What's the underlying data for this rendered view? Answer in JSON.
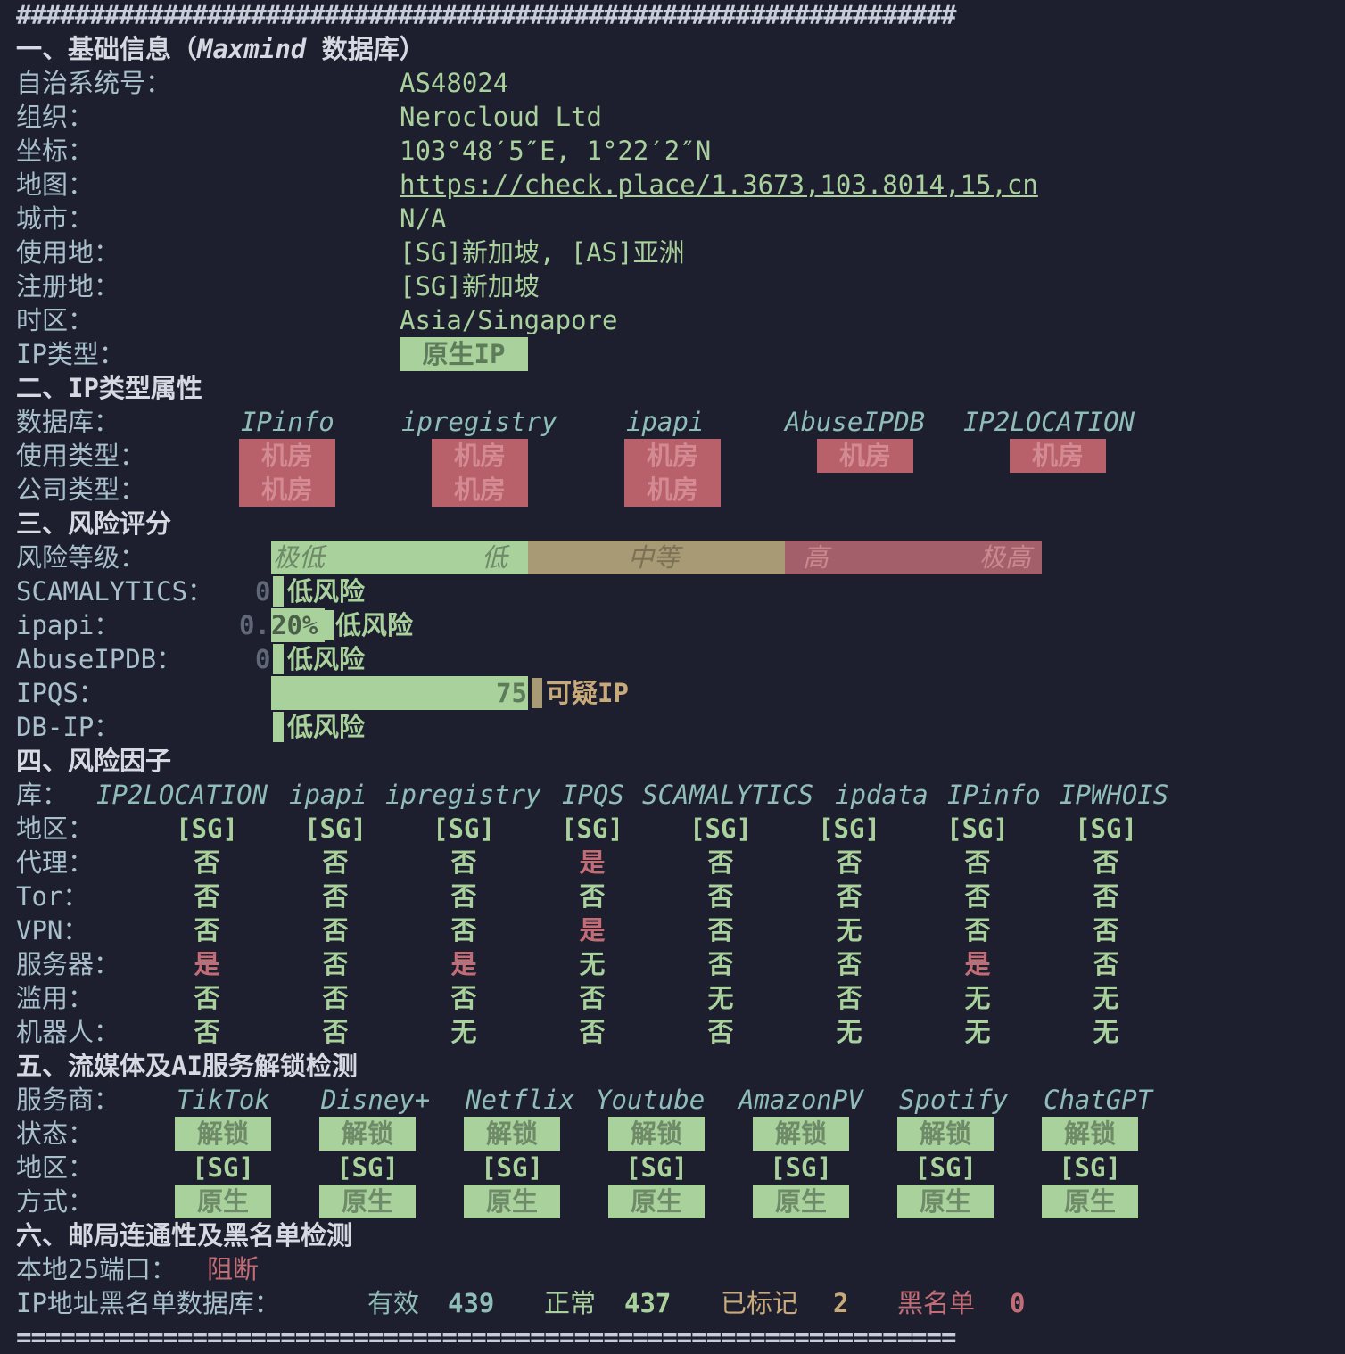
{
  "rule_top": "################################################################",
  "rule_bottom": "================================================================",
  "s1": {
    "title": "一、基础信息（",
    "title_db": "Maxmind",
    "title_end": " 数据库）",
    "rows": [
      {
        "label": "自治系统号：",
        "value": "AS48024"
      },
      {
        "label": "组织：",
        "value": "Nerocloud Ltd"
      },
      {
        "label": "坐标：",
        "value": "103°48′5″E, 1°22′2″N"
      },
      {
        "label": "地图：",
        "value": "https://check.place/1.3673,103.8014,15,cn"
      },
      {
        "label": "城市：",
        "value": "N/A"
      },
      {
        "label": "使用地：",
        "value": "[SG]新加坡, [AS]亚洲"
      },
      {
        "label": "注册地：",
        "value": "[SG]新加坡"
      },
      {
        "label": "时区：",
        "value": "Asia/Singapore"
      }
    ],
    "iptype_label": "IP类型：",
    "iptype_value": "原生IP"
  },
  "s2": {
    "title": "二、IP类型属性",
    "db_label": "数据库：",
    "dbs": [
      "IPinfo",
      "ipregistry",
      "ipapi",
      "AbuseIPDB",
      "IP2LOCATION"
    ],
    "usage_label": "使用类型：",
    "usage": [
      "机房",
      "机房",
      "机房",
      "机房",
      "机房"
    ],
    "company_label": "公司类型：",
    "company": [
      "机房",
      "机房",
      "机房"
    ]
  },
  "s3": {
    "title": "三、风险评分",
    "level_label": "风险等级：",
    "levels": [
      "极低",
      "低",
      "中等",
      "高",
      "极高"
    ],
    "scores": [
      {
        "label": "SCAMALYTICS：",
        "num": "0",
        "text": "低风险"
      },
      {
        "label": "ipapi：",
        "num_a": "0.",
        "num_b": "20%",
        "text": "低风险"
      },
      {
        "label": "AbuseIPDB：",
        "num": "0",
        "text": "低风险"
      },
      {
        "label": "IPQS：",
        "num": "75",
        "text": "可疑IP",
        "value": 75
      },
      {
        "label": "DB-IP：",
        "text": "低风险"
      }
    ]
  },
  "s4": {
    "title": "四、风险因子",
    "lib_label": "库：",
    "libs": [
      "IP2LOCATION",
      "ipapi",
      "ipregistry",
      "IPQS",
      "SCAMALYTICS",
      "ipdata",
      "IPinfo",
      "IPWHOIS"
    ],
    "rows": [
      {
        "label": "地区：",
        "cells": [
          "[SG]",
          "[SG]",
          "[SG]",
          "[SG]",
          "[SG]",
          "[SG]",
          "[SG]",
          "[SG]"
        ]
      },
      {
        "label": "代理：",
        "cells": [
          "否",
          "否",
          "否",
          "是",
          "否",
          "否",
          "否",
          "否"
        ]
      },
      {
        "label": "Tor：",
        "cells": [
          "否",
          "否",
          "否",
          "否",
          "否",
          "否",
          "否",
          "否"
        ]
      },
      {
        "label": "VPN：",
        "cells": [
          "否",
          "否",
          "否",
          "是",
          "否",
          "无",
          "否",
          "否"
        ]
      },
      {
        "label": "服务器：",
        "cells": [
          "是",
          "否",
          "是",
          "无",
          "否",
          "否",
          "是",
          "否"
        ]
      },
      {
        "label": "滥用：",
        "cells": [
          "否",
          "否",
          "否",
          "否",
          "无",
          "否",
          "无",
          "无"
        ]
      },
      {
        "label": "机器人：",
        "cells": [
          "否",
          "否",
          "无",
          "否",
          "否",
          "无",
          "无",
          "无"
        ]
      }
    ]
  },
  "s5": {
    "title": "五、流媒体及AI服务解锁检测",
    "svc_label": "服务商：",
    "services": [
      "TikTok",
      "Disney+",
      "Netflix",
      "Youtube",
      "AmazonPV",
      "Spotify",
      "ChatGPT"
    ],
    "status_label": "状态：",
    "status": [
      "解锁",
      "解锁",
      "解锁",
      "解锁",
      "解锁",
      "解锁",
      "解锁"
    ],
    "region_label": "地区：",
    "region": [
      "[SG]",
      "[SG]",
      "[SG]",
      "[SG]",
      "[SG]",
      "[SG]",
      "[SG]"
    ],
    "mode_label": "方式：",
    "mode": [
      "原生",
      "原生",
      "原生",
      "原生",
      "原生",
      "原生",
      "原生"
    ]
  },
  "s6": {
    "title": "六、邮局连通性及黑名单检测",
    "port_label": "本地25端口：",
    "port_value": "阻断",
    "bl_label": "IP地址黑名单数据库：",
    "valid_label": "有效",
    "valid": "439",
    "normal_label": "正常",
    "normal": "437",
    "marked_label": "已标记",
    "marked": "2",
    "black_label": "黑名单",
    "black": "0"
  },
  "colors": {
    "background": "#1e1f2e",
    "green": "#a8d19c",
    "red": "#b8616a",
    "tan": "#a89a74"
  }
}
